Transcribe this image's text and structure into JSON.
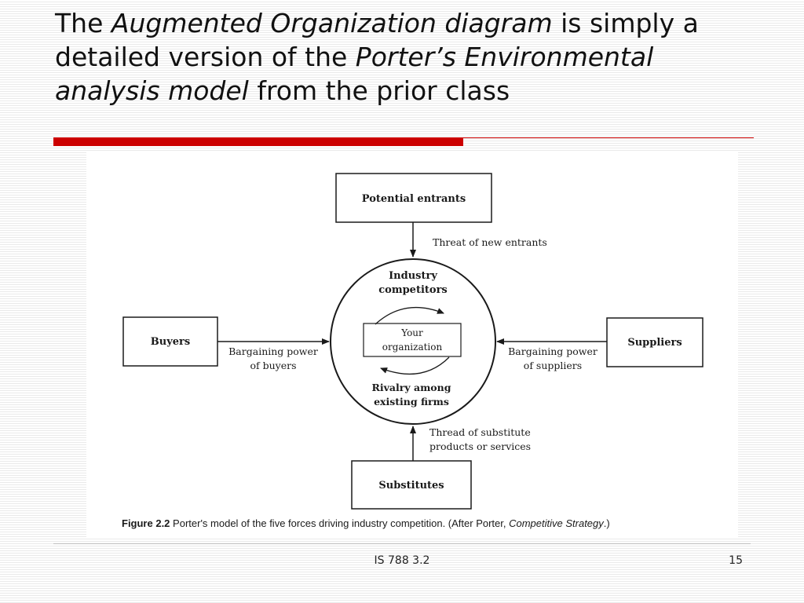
{
  "slide": {
    "title_parts": {
      "p1": "The ",
      "p2": "Augmented Organization diagram",
      "p3": " is simply a detailed version of the ",
      "p4": "Porter’s Environmental analysis model",
      "p5": " from the prior class"
    },
    "footer": {
      "course": "IS 788 3.2",
      "page_number": "15"
    }
  },
  "diagram": {
    "nodes": {
      "potential_entrants": "Potential entrants",
      "buyers": "Buyers",
      "suppliers": "Suppliers",
      "substitutes": "Substitutes",
      "industry_competitors_line1": "Industry",
      "industry_competitors_line2": "competitors",
      "your_org_line1": "Your",
      "your_org_line2": "organization",
      "rivalry_line1": "Rivalry among",
      "rivalry_line2": "existing firms"
    },
    "edges": {
      "threat_new_entrants": "Threat of new entrants",
      "buyers_line1": "Bargaining power",
      "buyers_line2": "of buyers",
      "suppliers_line1": "Bargaining power",
      "suppliers_line2": "of suppliers",
      "substitute_line1": "Thread of substitute",
      "substitute_line2": "products or services"
    },
    "caption": {
      "label": "Figure 2.2",
      "text": "Porter's model of the five forces driving industry competition. (After Porter, ",
      "source": "Competitive Strategy",
      "end": ".)"
    }
  }
}
